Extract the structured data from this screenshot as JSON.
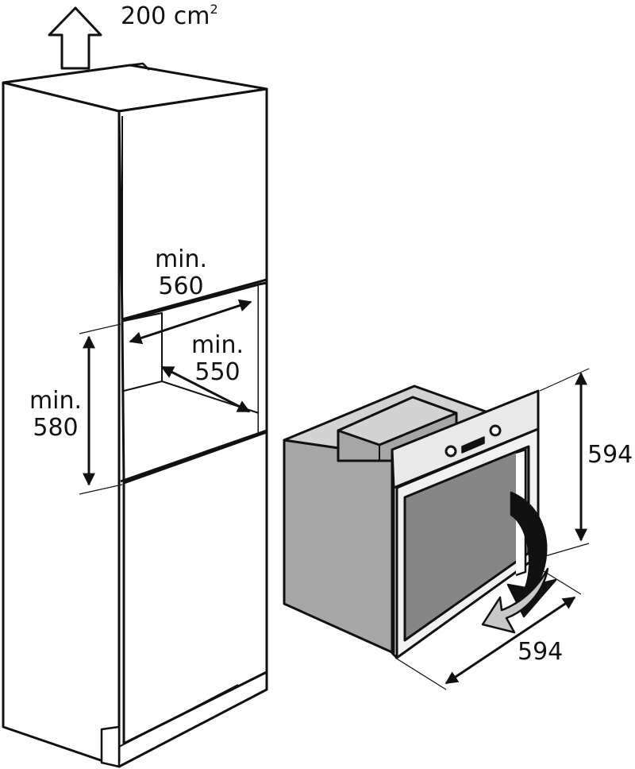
{
  "vent": {
    "value": "200 cm",
    "unit_sup": "2"
  },
  "niche_width": {
    "line1": "min.",
    "line2": "560"
  },
  "niche_depth": {
    "line1": "min.",
    "line2": "550"
  },
  "niche_height": {
    "line1": "min.",
    "line2": "580"
  },
  "oven_height": "594",
  "oven_width": "594",
  "colors": {
    "line": "#111111",
    "oven_body": "#a6a6a6",
    "oven_top": "#d3d3d3",
    "oven_window": "#868686",
    "panel": "#e9e9e9",
    "cabinet": "#ffffff",
    "recess": "#bdbdbd",
    "door_arrow": "#c8c8c8"
  }
}
